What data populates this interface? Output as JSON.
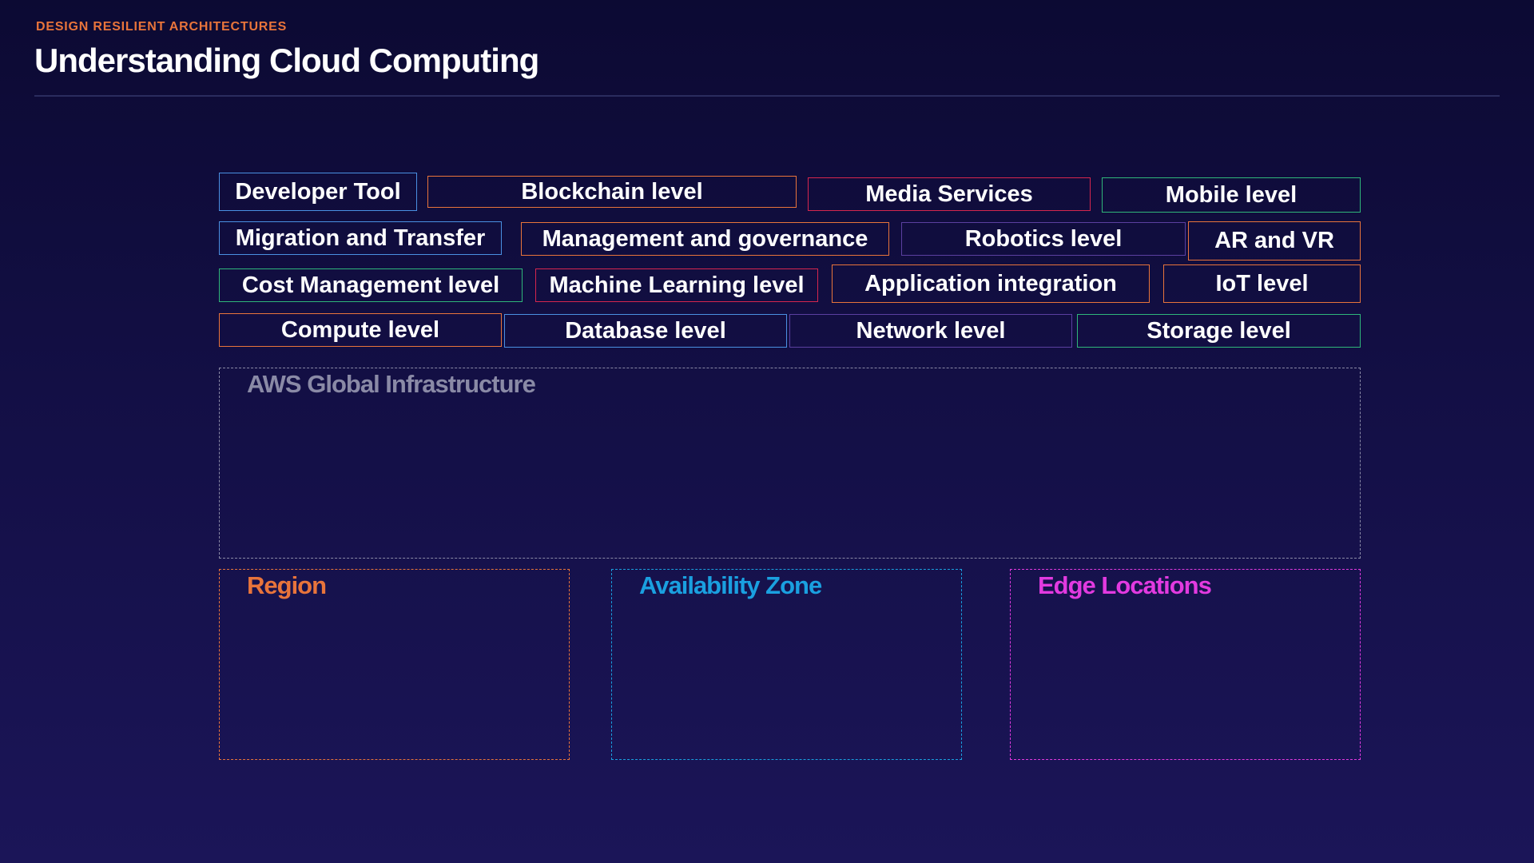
{
  "header": {
    "kicker": "DESIGN RESILIENT ARCHITECTURES",
    "title": "Understanding Cloud Computing"
  },
  "services": [
    {
      "label": "Developer Tool",
      "color": "#4a90e2"
    },
    {
      "label": "Blockchain level",
      "color": "#e8743b"
    },
    {
      "label": "Media Services",
      "color": "#d6264e"
    },
    {
      "label": "Mobile level",
      "color": "#2fb67a"
    },
    {
      "label": "Migration and Transfer",
      "color": "#4a90e2"
    },
    {
      "label": "Management and governance",
      "color": "#e8743b"
    },
    {
      "label": "Robotics level",
      "color": "#5b3fa0"
    },
    {
      "label": "AR and VR",
      "color": "#e8743b"
    },
    {
      "label": "Cost Management level",
      "color": "#2fb67a"
    },
    {
      "label": "Machine Learning level",
      "color": "#d6264e"
    },
    {
      "label": "Application integration",
      "color": "#e8743b"
    },
    {
      "label": "IoT level",
      "color": "#e8743b"
    },
    {
      "label": "Compute level",
      "color": "#e8743b"
    },
    {
      "label": "Database level",
      "color": "#4a90e2"
    },
    {
      "label": "Network level",
      "color": "#5b3fa0"
    },
    {
      "label": "Storage level",
      "color": "#2fb67a"
    }
  ],
  "infrastructure": {
    "global": {
      "label": "AWS Global Infrastructure",
      "color": "#8a8aa6"
    },
    "region": {
      "label": "Region",
      "color": "#e8743b"
    },
    "availability_zone": {
      "label": "Availability Zone",
      "color": "#1aa0e0"
    },
    "edge_locations": {
      "label": "Edge Locations",
      "color": "#e23ae0"
    }
  }
}
